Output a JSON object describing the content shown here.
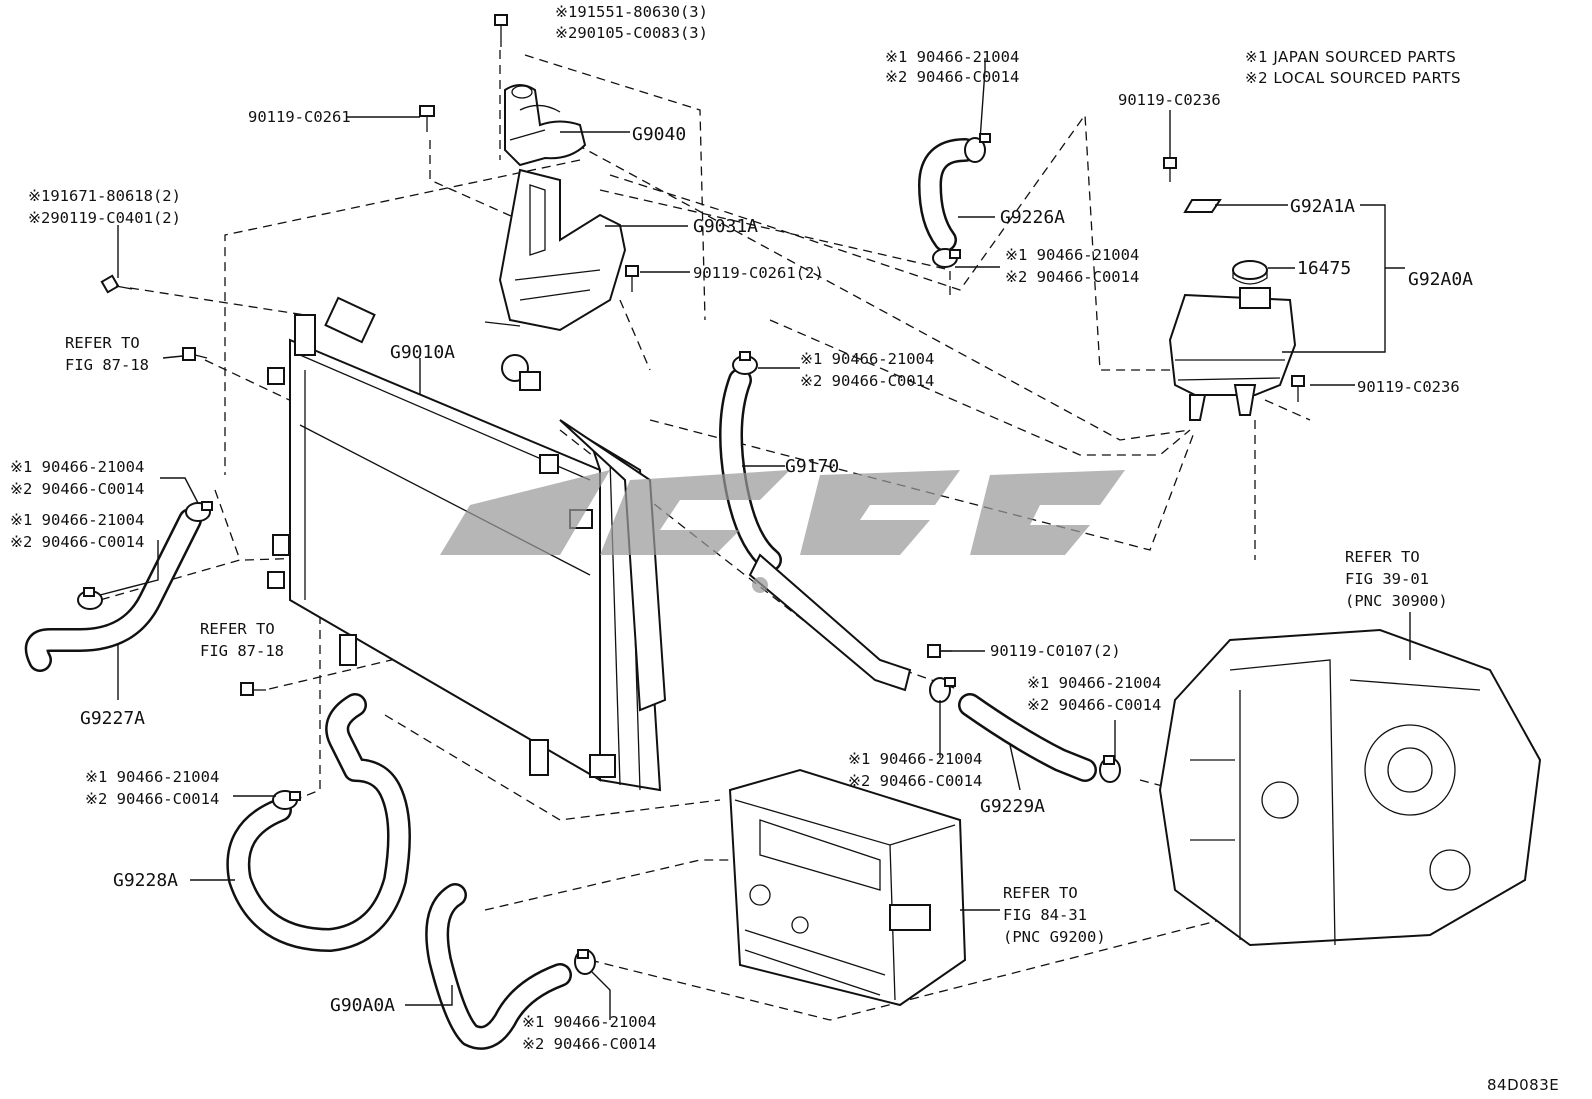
{
  "legend": {
    "line1": "※1 JAPAN SOURCED PARTS",
    "line2": "※2 LOCAL SOURCED PARTS"
  },
  "labels": {
    "top_bolt_1": "※191551-80630(3)",
    "top_bolt_2": "※290105-C0083(3)",
    "bolt_90119_c0261": "90119-C0261",
    "g9040": "G9040",
    "g9031a": "G9031A",
    "bolt_90119_c0261_2": "90119-C0261(2)",
    "left_bolt_1": "※191671-80618(2)",
    "left_bolt_2": "※290119-C0401(2)",
    "refer_top_1": "REFER TO",
    "refer_top_2": "FIG 87-18",
    "g9010a": "G9010A",
    "clamp_a_1": "※1 90466-21004",
    "clamp_a_2": "※2 90466-C0014",
    "clamp_b_1": "※1 90466-21004",
    "clamp_b_2": "※2 90466-C0014",
    "g9227a": "G9227A",
    "refer_mid_1": "REFER TO",
    "refer_mid_2": "FIG 87-18",
    "clamp_c_1": "※1 90466-21004",
    "clamp_c_2": "※2 90466-C0014",
    "g9228a": "G9228A",
    "g90a0a": "G90A0A",
    "clamp_d_1": "※1 90466-21004",
    "clamp_d_2": "※2 90466-C0014",
    "clamp_e_1": "※1 90466-21004",
    "clamp_e_2": "※2 90466-C0014",
    "g9226a": "G9226A",
    "clamp_f_1": "※1 90466-21004",
    "clamp_f_2": "※2 90466-C0014",
    "clamp_g_1": "※1 90466-21004",
    "clamp_g_2": "※2 90466-C0014",
    "g9170": "G9170",
    "bolt_90119_c0107": "90119-C0107(2)",
    "clamp_h_1": "※1 90466-21004",
    "clamp_h_2": "※2 90466-C0014",
    "clamp_i_1": "※1 90466-21004",
    "clamp_i_2": "※2 90466-C0014",
    "g9229a": "G9229A",
    "bolt_90119_c0236_top": "90119-C0236",
    "g92a1a": "G92A1A",
    "p16475": "16475",
    "g92a0a": "G92A0A",
    "bolt_90119_c0236_right": "90119-C0236",
    "refer_trans_1": "REFER TO",
    "refer_trans_2": "FIG 39-01",
    "refer_trans_3": "(PNC 30900)",
    "refer_inv_1": "REFER TO",
    "refer_inv_2": "FIG 84-31",
    "refer_inv_3": "(PNC G9200)",
    "figure_code": "84D083E"
  }
}
